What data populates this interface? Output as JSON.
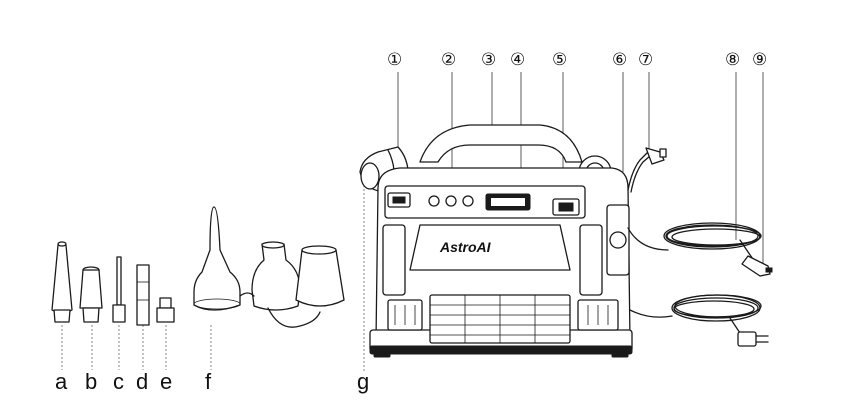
{
  "callouts": {
    "n1": "①",
    "n2": "②",
    "n3": "③",
    "n4": "④",
    "n5": "⑤",
    "n6": "⑥",
    "n7": "⑦",
    "n8": "⑧",
    "n9": "⑨"
  },
  "accessory_labels": {
    "a": "a",
    "b": "b",
    "c": "c",
    "d": "d",
    "e": "e",
    "f": "f",
    "g": "g"
  },
  "brand_logo": "AstroAI"
}
